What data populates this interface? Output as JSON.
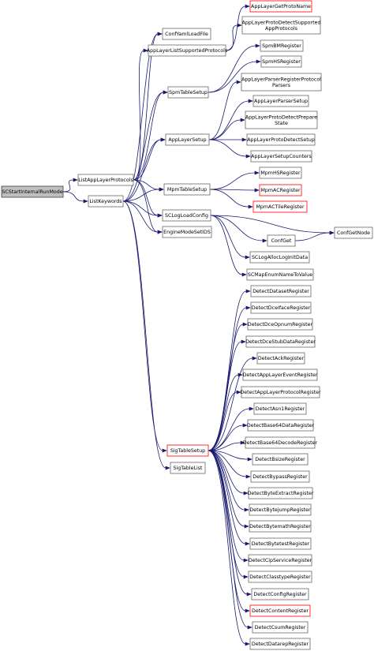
{
  "diagram": {
    "nodes": [
      {
        "id": "root",
        "lines": [
          "SCStartInternalRunMode"
        ],
        "style": "root"
      },
      {
        "id": "listapp",
        "lines": [
          "ListAppLayerProtocols"
        ],
        "style": "normal"
      },
      {
        "id": "listkw",
        "lines": [
          "ListKeywords"
        ],
        "style": "normal"
      },
      {
        "id": "confyaml",
        "lines": [
          "ConfYamlLoadFile"
        ],
        "style": "normal"
      },
      {
        "id": "applist",
        "lines": [
          "AppLayerListSupportedProtocols"
        ],
        "style": "normal"
      },
      {
        "id": "spmts",
        "lines": [
          "SpmTableSetup"
        ],
        "style": "normal"
      },
      {
        "id": "appsetup",
        "lines": [
          "AppLayerSetup"
        ],
        "style": "normal"
      },
      {
        "id": "mpmts",
        "lines": [
          "MpmTableSetup"
        ],
        "style": "normal"
      },
      {
        "id": "sclog",
        "lines": [
          "SCLogLoadConfig"
        ],
        "style": "normal"
      },
      {
        "id": "engine",
        "lines": [
          "EngineModeSetIDS"
        ],
        "style": "normal"
      },
      {
        "id": "sigts",
        "lines": [
          "SigTableSetup"
        ],
        "style": "red"
      },
      {
        "id": "sigtl",
        "lines": [
          "SigTableList"
        ],
        "style": "normal"
      },
      {
        "id": "getprotoname",
        "lines": [
          "AppLayerGetProtoName"
        ],
        "style": "red"
      },
      {
        "id": "protodetsupp",
        "lines": [
          "AppLayerProtoDetectSupported",
          "AppProtocols"
        ],
        "style": "normal"
      },
      {
        "id": "spmbm",
        "lines": [
          "SpmBMRegister"
        ],
        "style": "normal"
      },
      {
        "id": "spmhs",
        "lines": [
          "SpmHSRegister"
        ],
        "style": "normal"
      },
      {
        "id": "parserregs",
        "lines": [
          "AppLayerParserRegisterProtocol",
          "Parsers"
        ],
        "style": "normal"
      },
      {
        "id": "parsersetup",
        "lines": [
          "AppLayerParserSetup"
        ],
        "style": "normal"
      },
      {
        "id": "protodetprep",
        "lines": [
          "AppLayerProtoDetectPrepare",
          "State"
        ],
        "style": "normal"
      },
      {
        "id": "protodetsetup",
        "lines": [
          "AppLayerProtoDetectSetup"
        ],
        "style": "normal"
      },
      {
        "id": "setupcounters",
        "lines": [
          "AppLayerSetupCounters"
        ],
        "style": "normal"
      },
      {
        "id": "mpmhs",
        "lines": [
          "MpmHSRegister"
        ],
        "style": "normal"
      },
      {
        "id": "mpmac",
        "lines": [
          "MpmACRegister"
        ],
        "style": "red"
      },
      {
        "id": "mpmactile",
        "lines": [
          "MpmACTileRegister"
        ],
        "style": "red"
      },
      {
        "id": "confget",
        "lines": [
          "ConfGet"
        ],
        "style": "normal"
      },
      {
        "id": "confgetnode",
        "lines": [
          "ConfGetNode"
        ],
        "style": "normal"
      },
      {
        "id": "sclogalloc",
        "lines": [
          "SCLogAllocLogInitData"
        ],
        "style": "normal"
      },
      {
        "id": "scmapenum",
        "lines": [
          "SCMapEnumNameToValue"
        ],
        "style": "normal"
      },
      {
        "id": "d_dataset",
        "lines": [
          "DetectDatasetRegister"
        ],
        "style": "normal"
      },
      {
        "id": "d_dceiface",
        "lines": [
          "DetectDceIfaceRegister"
        ],
        "style": "normal"
      },
      {
        "id": "d_dceopnum",
        "lines": [
          "DetectDceOpnumRegister"
        ],
        "style": "normal"
      },
      {
        "id": "d_dcestub",
        "lines": [
          "DetectDceStubDataRegister"
        ],
        "style": "normal"
      },
      {
        "id": "d_ack",
        "lines": [
          "DetectAckRegister"
        ],
        "style": "normal"
      },
      {
        "id": "d_alevent",
        "lines": [
          "DetectAppLayerEventRegister"
        ],
        "style": "normal"
      },
      {
        "id": "d_alproto",
        "lines": [
          "DetectAppLayerProtocolRegister"
        ],
        "style": "normal"
      },
      {
        "id": "d_asn1",
        "lines": [
          "DetectAsn1Register"
        ],
        "style": "normal"
      },
      {
        "id": "d_b64data",
        "lines": [
          "DetectBase64DataRegister"
        ],
        "style": "normal"
      },
      {
        "id": "d_b64dec",
        "lines": [
          "DetectBase64DecodeRegister"
        ],
        "style": "normal"
      },
      {
        "id": "d_bsize",
        "lines": [
          "DetectBsizeRegister"
        ],
        "style": "normal"
      },
      {
        "id": "d_bypass",
        "lines": [
          "DetectBypassRegister"
        ],
        "style": "normal"
      },
      {
        "id": "d_byteext",
        "lines": [
          "DetectByteExtractRegister"
        ],
        "style": "normal"
      },
      {
        "id": "d_bytejump",
        "lines": [
          "DetectBytejumpRegister"
        ],
        "style": "normal"
      },
      {
        "id": "d_bytemath",
        "lines": [
          "DetectBytemathRegister"
        ],
        "style": "normal"
      },
      {
        "id": "d_bytetest",
        "lines": [
          "DetectBytetestRegister"
        ],
        "style": "normal"
      },
      {
        "id": "d_cipsvc",
        "lines": [
          "DetectCipServiceRegister"
        ],
        "style": "normal"
      },
      {
        "id": "d_classtype",
        "lines": [
          "DetectClasstypeRegister"
        ],
        "style": "normal"
      },
      {
        "id": "d_config",
        "lines": [
          "DetectConfigRegister"
        ],
        "style": "normal"
      },
      {
        "id": "d_content",
        "lines": [
          "DetectContentRegister"
        ],
        "style": "red"
      },
      {
        "id": "d_csum",
        "lines": [
          "DetectCsumRegister"
        ],
        "style": "normal"
      },
      {
        "id": "d_datarep",
        "lines": [
          "DetectDatarepRegister"
        ],
        "style": "normal"
      }
    ],
    "edges": [
      [
        "root",
        "listapp"
      ],
      [
        "root",
        "listkw"
      ],
      [
        "listapp",
        "confyaml"
      ],
      [
        "listapp",
        "applist"
      ],
      [
        "listapp",
        "spmts"
      ],
      [
        "listapp",
        "appsetup"
      ],
      [
        "listapp",
        "mpmts"
      ],
      [
        "listapp",
        "sclog"
      ],
      [
        "listapp",
        "engine"
      ],
      [
        "listkw",
        "confyaml"
      ],
      [
        "listkw",
        "spmts"
      ],
      [
        "listkw",
        "appsetup"
      ],
      [
        "listkw",
        "mpmts"
      ],
      [
        "listkw",
        "sclog"
      ],
      [
        "listkw",
        "engine"
      ],
      [
        "listkw",
        "sigts"
      ],
      [
        "listkw",
        "sigtl"
      ],
      [
        "applist",
        "getprotoname"
      ],
      [
        "applist",
        "protodetsupp"
      ],
      [
        "spmts",
        "spmbm"
      ],
      [
        "spmts",
        "spmhs"
      ],
      [
        "appsetup",
        "parserregs"
      ],
      [
        "appsetup",
        "parsersetup"
      ],
      [
        "appsetup",
        "protodetprep"
      ],
      [
        "appsetup",
        "protodetsetup"
      ],
      [
        "appsetup",
        "setupcounters"
      ],
      [
        "mpmts",
        "mpmhs"
      ],
      [
        "mpmts",
        "mpmac"
      ],
      [
        "mpmts",
        "mpmactile"
      ],
      [
        "sclog",
        "confget"
      ],
      [
        "sclog",
        "confgetnode"
      ],
      [
        "sclog",
        "sclogalloc"
      ],
      [
        "sclog",
        "scmapenum"
      ],
      [
        "confget",
        "confgetnode"
      ],
      [
        "sigts",
        "d_dataset"
      ],
      [
        "sigts",
        "d_dceiface"
      ],
      [
        "sigts",
        "d_dceopnum"
      ],
      [
        "sigts",
        "d_dcestub"
      ],
      [
        "sigts",
        "d_ack"
      ],
      [
        "sigts",
        "d_alevent"
      ],
      [
        "sigts",
        "d_alproto"
      ],
      [
        "sigts",
        "d_asn1"
      ],
      [
        "sigts",
        "d_b64data"
      ],
      [
        "sigts",
        "d_b64dec"
      ],
      [
        "sigts",
        "d_bsize"
      ],
      [
        "sigts",
        "d_bypass"
      ],
      [
        "sigts",
        "d_byteext"
      ],
      [
        "sigts",
        "d_bytejump"
      ],
      [
        "sigts",
        "d_bytemath"
      ],
      [
        "sigts",
        "d_bytetest"
      ],
      [
        "sigts",
        "d_cipsvc"
      ],
      [
        "sigts",
        "d_classtype"
      ],
      [
        "sigts",
        "d_config"
      ],
      [
        "sigts",
        "d_content"
      ],
      [
        "sigts",
        "d_csum"
      ],
      [
        "sigts",
        "d_datarep"
      ]
    ],
    "colors": {
      "edge": "#191970",
      "node_border": "#666666",
      "root_fill": "#bfbfbf",
      "highlight_border": "#ff0000"
    }
  }
}
